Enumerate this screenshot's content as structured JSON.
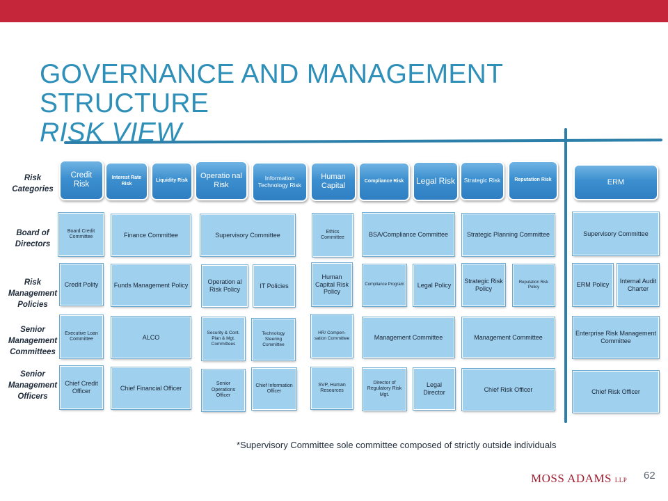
{
  "title": {
    "line1": "GOVERNANCE AND MANAGEMENT STRUCTURE",
    "line2": "RISK VIEW"
  },
  "row_labels": {
    "categories": "Risk Categories",
    "board": "Board of Directors",
    "policies": "Risk Management Policies",
    "committees": "Senior Management Committees",
    "officers": "Senior Management Officers"
  },
  "categories": {
    "credit": "Credit Risk",
    "interest": "Interest Rate Risk",
    "liquidity": "Liquidity Risk",
    "operational": "Operatio nal Risk",
    "it": "Information Technology Risk",
    "human": "Human Capital",
    "compliance": "Compliance Risk",
    "legal": "Legal Risk",
    "strategic": "Strategic Risk",
    "reputation": "Reputation Risk",
    "erm": "ERM"
  },
  "board": {
    "board_credit": "Board Credit Committee",
    "finance": "Finance Committee",
    "supervisory": "Supervisory Committee",
    "ethics": "Ethics Committee",
    "bsa": "BSA/Compliance Committee",
    "strategic_planning": "Strategic Planning Committee",
    "erm_supervisory": "Supervisory Committee"
  },
  "policies": {
    "credit": "Credit Polity",
    "funds": "Funds Management Policy",
    "operational": "Operation al Risk Policy",
    "it": "IT Policies",
    "human": "Human Capital Risk Policy",
    "compliance": "Compliance Program",
    "legal": "Legal Policy",
    "strategic": "Strategic Risk Policy",
    "reputation": "Reputation Risk Policy",
    "erm": "ERM Policy",
    "audit": "Internal Audit Charter"
  },
  "committees": {
    "exec_loan": "Executive Loan Committee",
    "alco": "ALCO",
    "security": "Security & Cont. Plan & Mgt. Committees",
    "tech_steering": "Technology Steering Committee",
    "hr": "HR/ Compen- sation Committee",
    "mgmt_compliance": "Management Committee",
    "mgmt_strategic": "Management Committee",
    "erm": "Enterprise Risk Management Committee"
  },
  "officers": {
    "cco": "Chief Credit Officer",
    "cfo": "Chief Financial Officer",
    "soo": "Senior Operations Officer",
    "cio": "Chief Information Officer",
    "svp": "SVP, Human Resources",
    "director_reg": "Director of Regulatory Risk Mgt.",
    "legal_director": "Legal Director",
    "cro": "Chief Risk Officer",
    "cro_erm": "Chief Risk Officer"
  },
  "footnote": "*Supervisory Committee sole committee composed of strictly outside individuals",
  "logo": {
    "text": "MOSS ADAMS",
    "suffix": "LLP"
  },
  "page_number": "62",
  "colors": {
    "brand_red": "#c5263a",
    "title_blue": "#2e8fb8",
    "pill_blue": "#3c8fcf",
    "box_blue": "#9fd0ee",
    "line_blue": "#2c7fa8"
  }
}
